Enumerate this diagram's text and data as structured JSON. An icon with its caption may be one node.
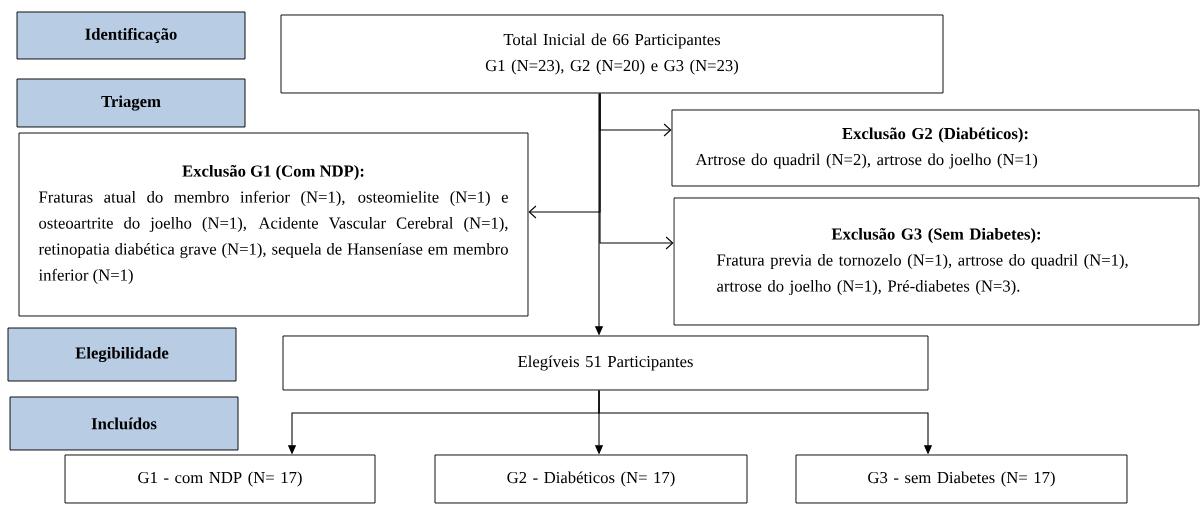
{
  "diagram": {
    "nodes": [
      {
        "text": [
          "Identificação"
        ]
      },
      {
        "text": [
          "Total Inicial de 66 Participantes",
          "G1 (N=23), G2 (N=20) e G3 (N=23)"
        ]
      },
      {
        "text": [
          "Triagem"
        ]
      },
      {
        "text": [
          "Exclusão G2 (Diabéticos):",
          "Artrose do quadril (N=2), artrose do joelho (N=1)"
        ]
      },
      {
        "text": [
          "Exclusão G1 (Com NDP):",
          "Fraturas atual do membro inferior (N=1), osteomielite (N=1) e osteoartrite do joelho (N=1), Acidente Vascular Cerebral (N=1), retinopatia diabética grave (N=1), sequela de Hanseníase em membro inferior (N=1)"
        ]
      },
      {
        "text": [
          "Exclusão G3 (Sem Diabetes):",
          "Fratura previa de tornozelo (N=1), artrose do quadril (N=1), artrose do joelho (N=1), Pré-diabetes (N=3)."
        ]
      },
      {
        "text": [
          "Elegibilidade"
        ]
      },
      {
        "text": [
          "Elegíveis 51 Participantes"
        ]
      },
      {
        "text": [
          "Incluídos"
        ]
      },
      {
        "text": [
          "G1 - com NDP (N= 17)"
        ]
      },
      {
        "text": [
          "G2 - Diabéticos (N= 17)"
        ]
      },
      {
        "text": [
          "G3 - sem Diabetes (N= 17)"
        ]
      }
    ],
    "edges": [
      {
        "from": 1,
        "to": 7,
        "arrow": "to"
      },
      {
        "from": 1,
        "to": 3,
        "arrow": "to"
      },
      {
        "from": 1,
        "to": 4,
        "arrow": "to"
      },
      {
        "from": 1,
        "to": 5,
        "arrow": "to"
      },
      {
        "from": 7,
        "to": 9,
        "arrow": "to"
      },
      {
        "from": 7,
        "to": 10,
        "arrow": "to"
      },
      {
        "from": 7,
        "to": 11,
        "arrow": "to"
      }
    ]
  }
}
